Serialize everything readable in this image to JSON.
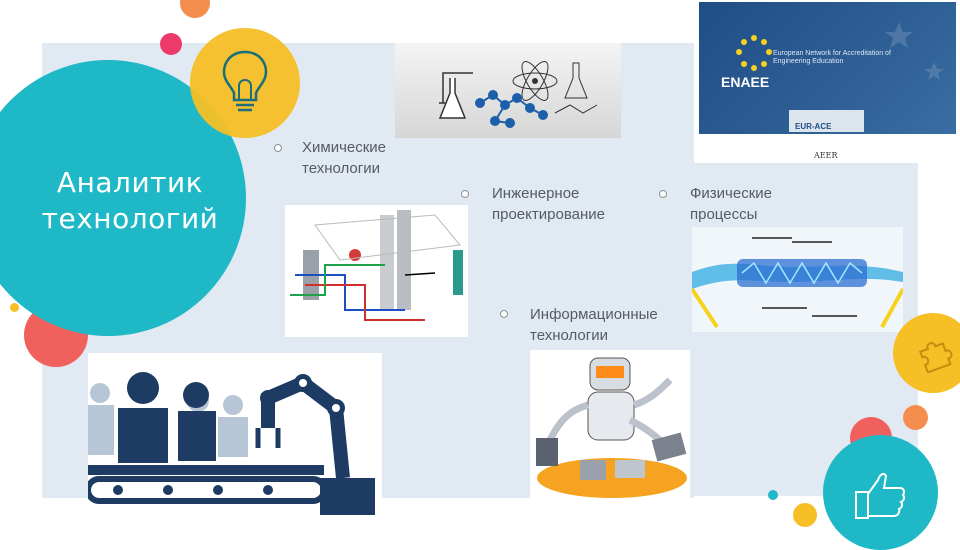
{
  "slide": {
    "title": "Аналитик технологий"
  },
  "topics": [
    {
      "id": "chem",
      "label": "Химические технологии"
    },
    {
      "id": "eng",
      "label": "Инженерное проектирование"
    },
    {
      "id": "phys",
      "label": "Физические процессы"
    },
    {
      "id": "it",
      "label": "Информационные технологии"
    }
  ],
  "badges": {
    "enaee_logo": "ENAEE",
    "enaee_caption": "European Network for Accreditation of Engineering Education",
    "eurace_logo": "EUR-ACE",
    "aeer": "AEER"
  },
  "colors": {
    "teal": "#1fb8c6",
    "yellow": "#f6bf26",
    "coral": "#f0605c",
    "orange": "#f58d4e",
    "panel": "#e1e9f2",
    "navy": "#1d3b63"
  },
  "icons": [
    "lightbulb-icon",
    "puzzle-icon",
    "thumbs-up-icon"
  ]
}
